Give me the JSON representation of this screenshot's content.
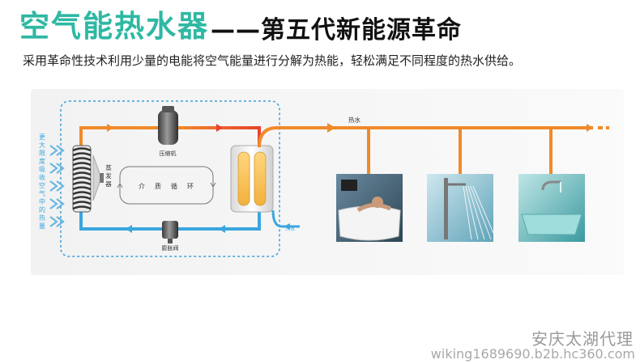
{
  "header": {
    "title_main": "空气能热水器",
    "title_sub": "——第五代新能源革命",
    "subtitle": "采用革命性技术利用少量的电能将空气能量进行分解为热能，轻松满足不同程度的热水供给。"
  },
  "diagram": {
    "left_caption_chars": [
      "更",
      "大",
      "限",
      "度",
      "吸",
      "收",
      "空",
      "气",
      "中",
      "的",
      "热",
      "量"
    ],
    "compressor_label": "压缩机",
    "evaporator_chars": [
      "蒸",
      "发",
      "器"
    ],
    "cycle_chars": [
      "介",
      "质",
      "循",
      "环"
    ],
    "valve_label": "膨胀阀",
    "hot_water_label": "热水",
    "cold_water_label": "冷水",
    "scenes": [
      {
        "name": "bathtub"
      },
      {
        "name": "shower"
      },
      {
        "name": "sink"
      }
    ]
  },
  "colors": {
    "accent_teal": "#2fb8a3",
    "hot_pipe": "#f08a2a",
    "hot_pipe_red": "#e8442e",
    "cold_pipe": "#3aa6df",
    "box_dash": "#3aa0d8"
  },
  "watermark": {
    "line1": "安庆太湖代理",
    "line2": "wiking1689690.b2b.hc360.com"
  }
}
